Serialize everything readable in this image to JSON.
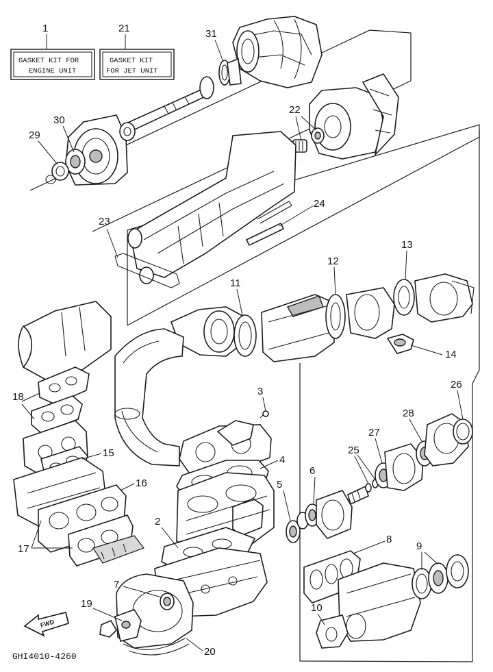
{
  "kits": [
    {
      "number": "1",
      "line1": "GASKET KIT FOR",
      "line2": "ENGINE UNIT"
    },
    {
      "number": "21",
      "line1": "GASKET KIT",
      "line2": "FOR JET UNIT"
    }
  ],
  "callouts": {
    "c2": "2",
    "c3": "3",
    "c4": "4",
    "c5": "5",
    "c6": "6",
    "c7": "7",
    "c8": "8",
    "c9": "9",
    "c10": "10",
    "c11": "11",
    "c12": "12",
    "c13": "13",
    "c14": "14",
    "c15": "15",
    "c16": "16",
    "c17": "17",
    "c18": "18",
    "c19": "19",
    "c20": "20",
    "c22": "22",
    "c23": "23",
    "c24": "24",
    "c25": "25",
    "c26": "26",
    "c27": "27",
    "c28": "28",
    "c29": "29",
    "c30": "30",
    "c31": "31"
  },
  "fwd_label": "FWD",
  "diagram_code": "GHI4010-4260"
}
